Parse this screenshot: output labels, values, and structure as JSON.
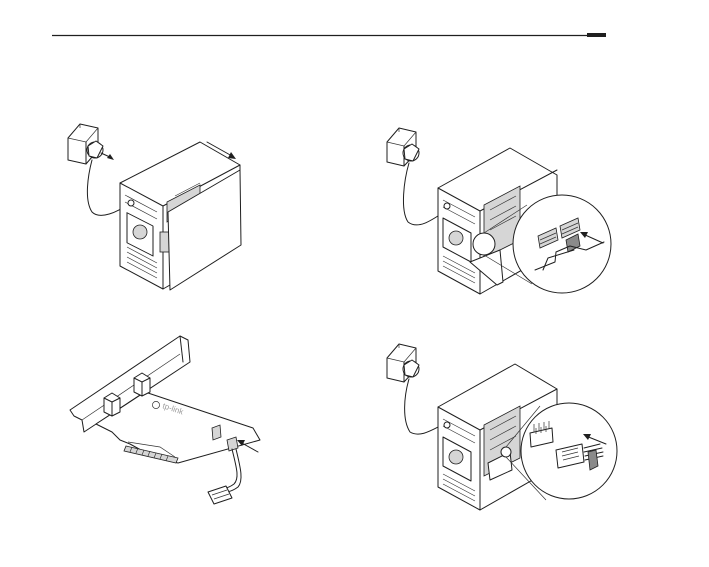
{
  "header": {
    "rule_color": "#1f1f1f",
    "marker_color": "#1f1f1f"
  },
  "steps": [
    {
      "id": "step-1",
      "illustration": "unplug-computer-remove-side-panel",
      "icons": [
        "power-plug-icon",
        "removal-arrow-icon"
      ]
    },
    {
      "id": "step-2",
      "illustration": "insert-adapter-into-pcie-slot",
      "icons": [
        "power-plug-icon",
        "insert-arrow-icon",
        "magnifier-callout"
      ]
    },
    {
      "id": "step-3",
      "illustration": "connect-bluetooth-cable-to-adapter",
      "icons": [
        "connect-arrow-icon"
      ],
      "card_brand": "tp-link"
    },
    {
      "id": "step-4",
      "illustration": "connect-cable-to-motherboard-usb-header",
      "icons": [
        "power-plug-icon",
        "insert-arrow-icon",
        "magnifier-callout"
      ]
    }
  ]
}
